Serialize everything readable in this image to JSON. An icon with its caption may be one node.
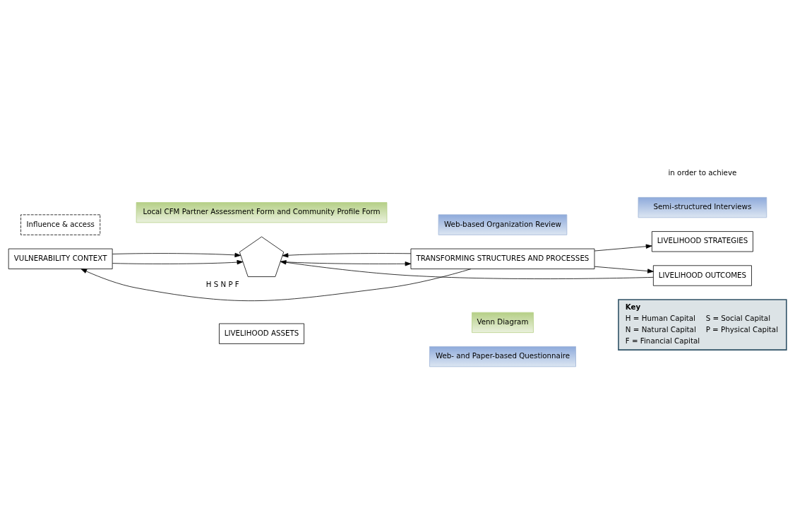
{
  "diagram": {
    "nodes": [
      {
        "text": [
          "Key",
          "H = Human Capital",
          "S = Social Capital",
          "N = Natural Capital",
          "P = Physical Capital",
          "F = Financial Capital"
        ]
      },
      {
        "text": [
          "Web- and Paper-based Questionnaire"
        ]
      },
      {
        "text": [
          "LIVELIHOOD ASSETS"
        ]
      },
      {
        "text": [
          "Venn Diagram"
        ]
      },
      {
        "text": [
          "VULNERABILITY CONTEXT"
        ]
      },
      {
        "text": [],
        "shape": "pentagon",
        "beside": [
          "H",
          "S",
          "N",
          "P",
          "F"
        ]
      },
      {
        "text": [
          "Influence & access"
        ]
      },
      {
        "text": [
          "TRANSFORMING STRUCTURES AND PROCESSES"
        ]
      },
      {
        "text": [
          "LIVELIHOOD STRATEGIES"
        ]
      },
      {
        "text": [
          "LIVELIHOOD OUTCOMES"
        ]
      },
      {
        "text": [
          "Web-based Organization Review"
        ]
      },
      {
        "text": [
          "Local CFM Partner Assessment Form and Community Profile Form"
        ]
      },
      {
        "text": [
          "Semi-structured Interviews"
        ]
      }
    ],
    "edges": [
      {
        "from": 7,
        "to": 4,
        "arrow": "to"
      },
      {
        "from": 4,
        "to": 5,
        "arrow": "to"
      },
      {
        "from": 4,
        "to": 5,
        "arrow": "to"
      },
      {
        "from": 5,
        "to": 7,
        "arrow": "to"
      },
      {
        "from": 7,
        "to": 5,
        "arrow": "to"
      },
      {
        "from": 7,
        "to": 8,
        "arrow": "to"
      },
      {
        "from": 7,
        "to": 9,
        "arrow": "to"
      },
      {
        "from": 9,
        "to": 5,
        "arrow": "to"
      }
    ],
    "labels": [
      "in order to achieve"
    ]
  }
}
